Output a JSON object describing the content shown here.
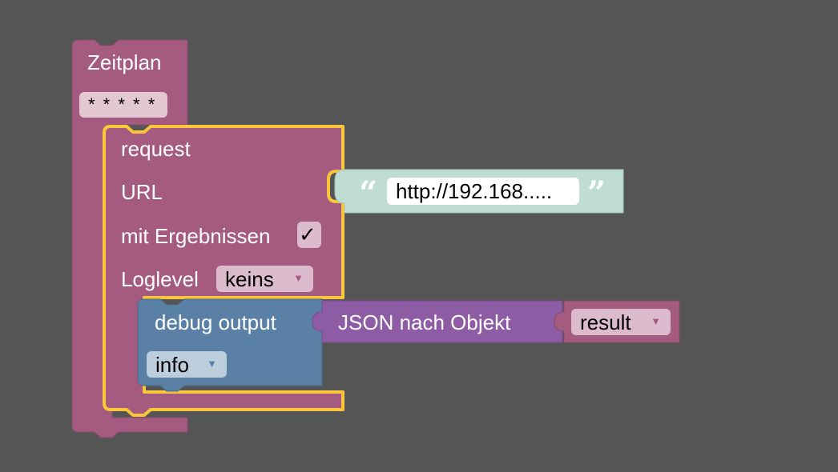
{
  "schedule_block": {
    "title": "Zeitplan",
    "cron": "* * * * *"
  },
  "request_block": {
    "title": "request",
    "url_label": "URL",
    "with_results_label": "mit Ergebnissen",
    "with_results_check": "✓",
    "loglevel_label": "Loglevel",
    "loglevel_value": "keins",
    "url_text_value": "http://192.168....."
  },
  "debug_block": {
    "title": "debug output",
    "level_value": "info"
  },
  "json_block": {
    "title": "JSON nach Objekt"
  },
  "variable_block": {
    "name": "result"
  },
  "icons": {
    "dropdown": "▼",
    "quote_open": "“",
    "quote_close": "”"
  },
  "colors": {
    "workspace": "#555555",
    "schedule": "#a55b80",
    "request": "#a55b80",
    "selected_outline": "#fcc63a",
    "text_block": "#c0ddd1",
    "debug": "#5b80a5",
    "json": "#8e5ba5",
    "variable": "#a55b80"
  }
}
